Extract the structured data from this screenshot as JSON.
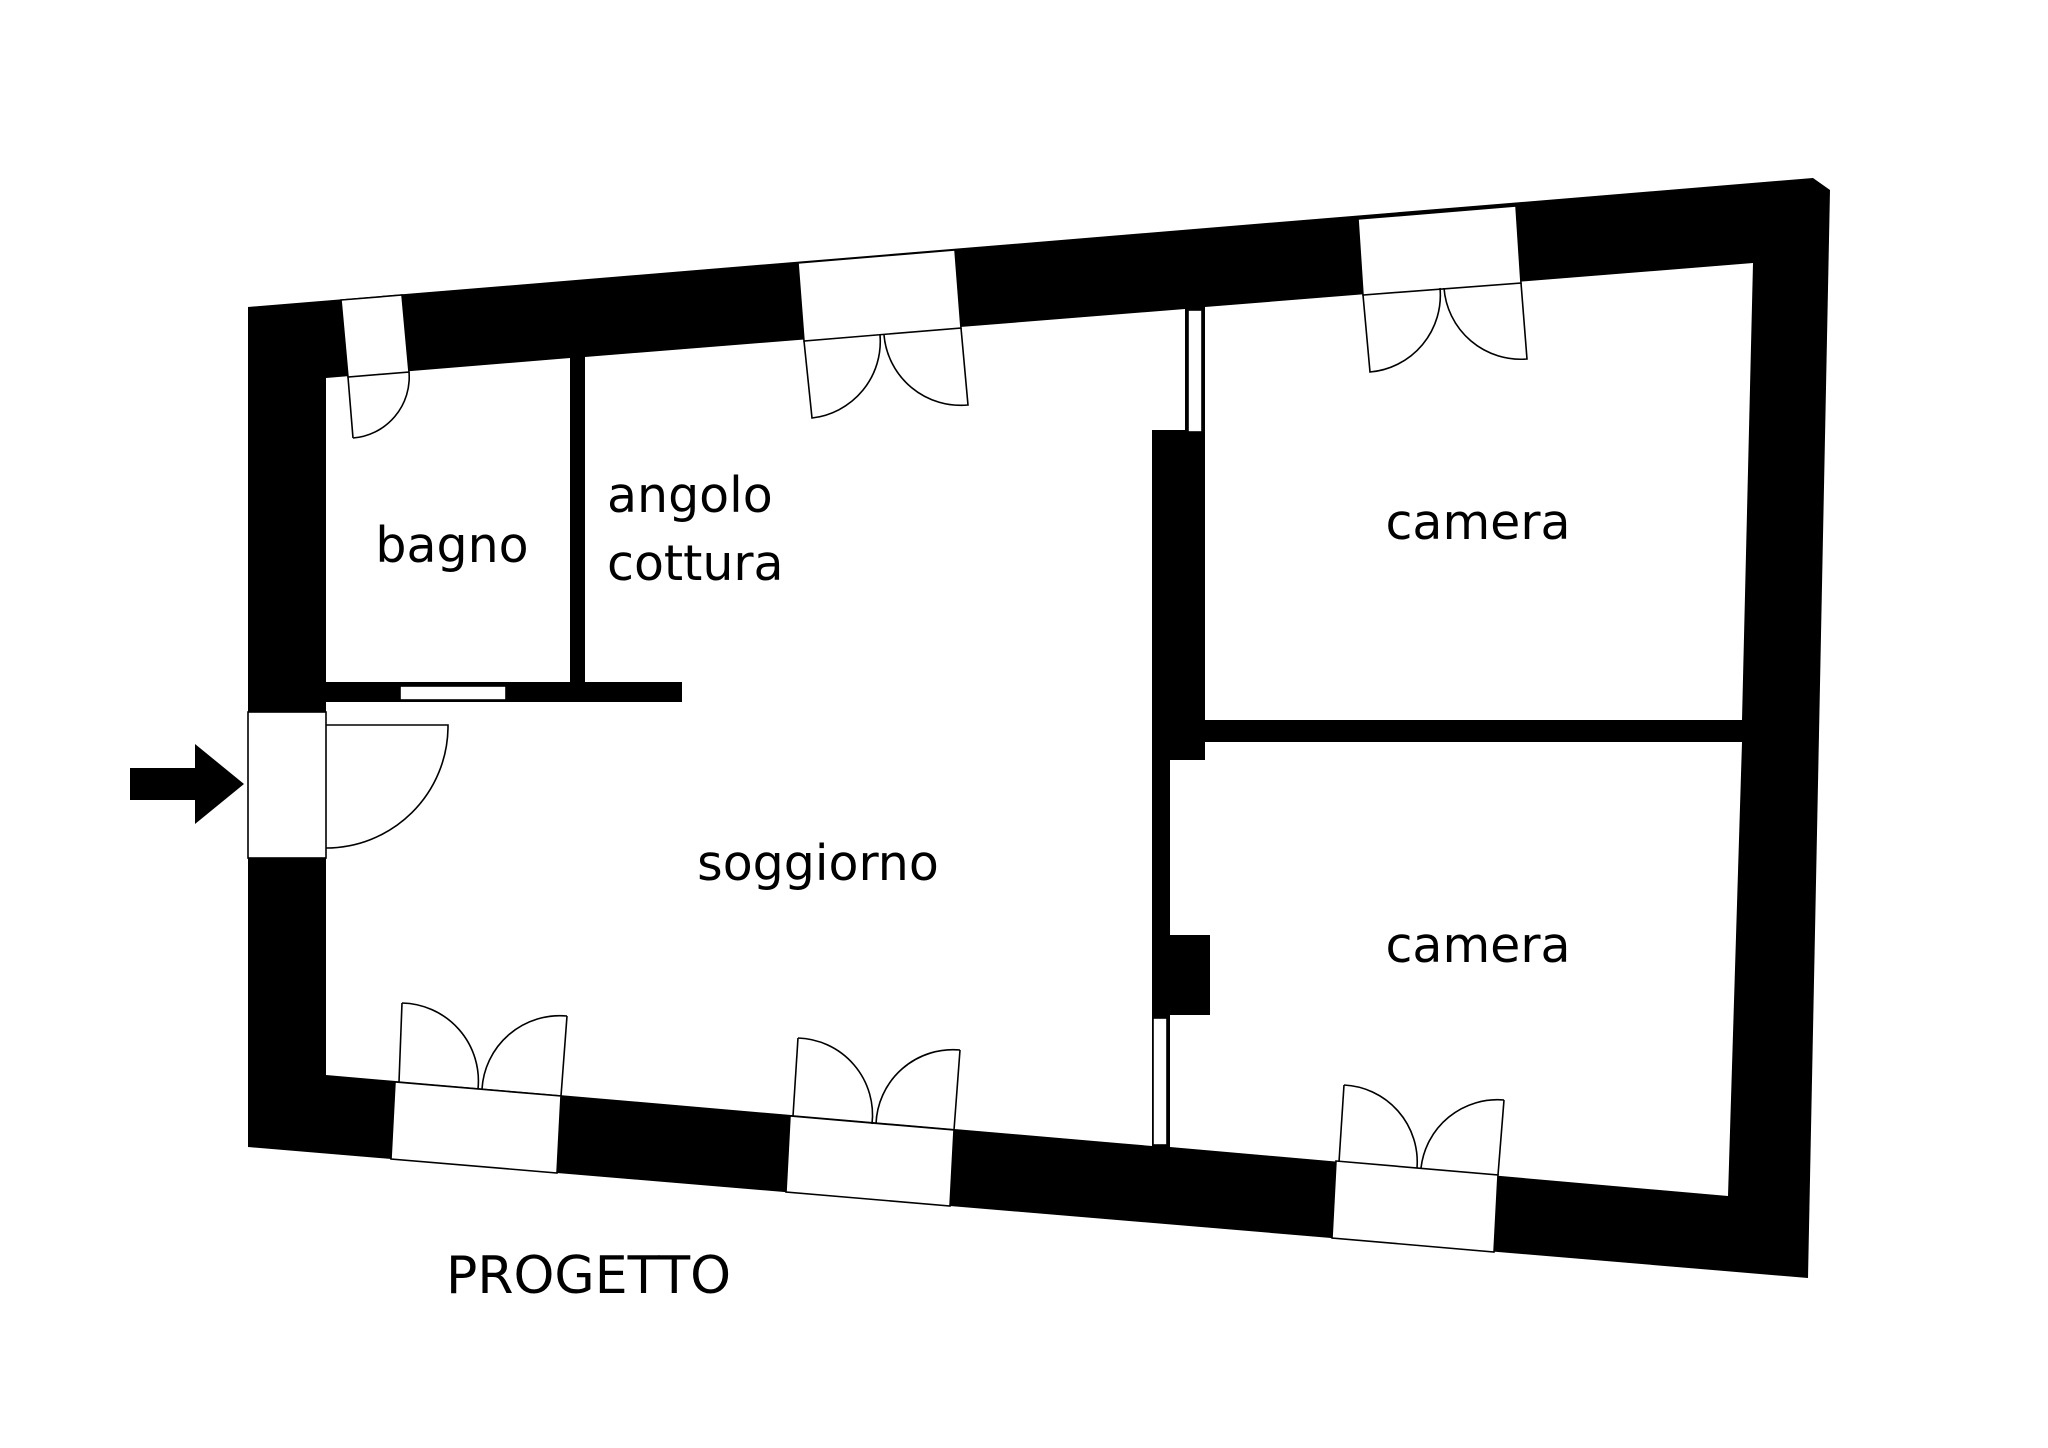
{
  "labels": {
    "bagno": "bagno",
    "angolo_line1": "angolo",
    "angolo_line2": "cottura",
    "camera_top": "camera",
    "camera_bottom": "camera",
    "soggiorno": "soggiorno",
    "title": "PROGETTO"
  },
  "colors": {
    "wall": "#000000",
    "background": "#ffffff"
  },
  "icons": {
    "entrance": "arrow-right-icon"
  }
}
